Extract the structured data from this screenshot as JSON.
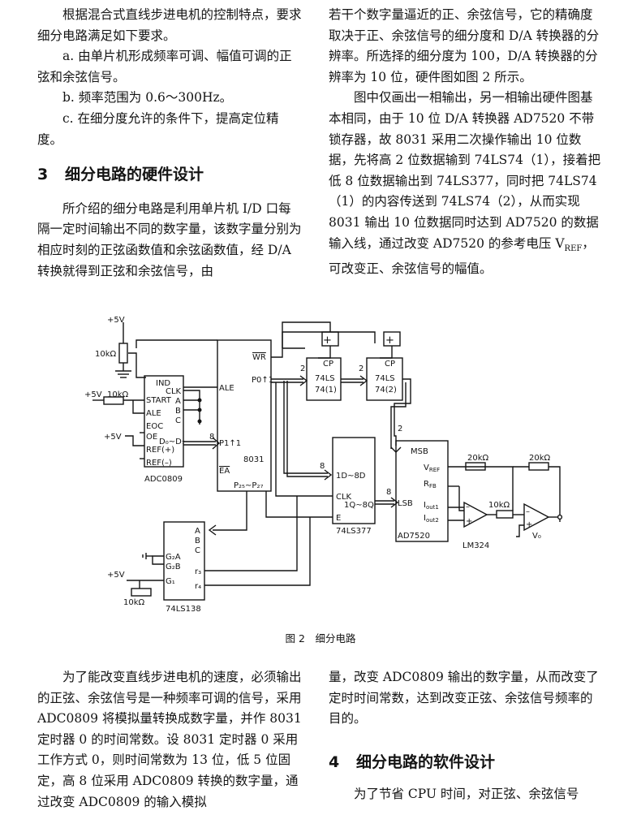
{
  "left_top": {
    "p1": "根据混合式直线步进电机的控制特点，要求细分电路满足如下要求。",
    "a": "a. 由单片机形成频率可调、幅值可调的正弦和余弦信号。",
    "b": "b. 频率范围为 0.6～300Hz。",
    "c": "c. 在细分度允许的条件下，提高定位精度。",
    "heading_num": "3",
    "heading_text": "细分电路的硬件设计",
    "p2": "所介绍的细分电路是利用单片机 I/D 口每隔一定时间输出不同的数字量，该数字量分别为相应时刻的正弦函数值和余弦函数值，经 D/A 转换就得到正弦和余弦信号，由"
  },
  "right_top": {
    "p1": "若干个数字量逼近的正、余弦信号，它的精确度取决于正、余弦信号的细分度和 D/A 转换器的分辨率。所选择的细分度为 100，D/A 转换器的分辨率为 10 位，硬件图如图 2 所示。",
    "p2": "图中仅画出一相输出，另一相输出硬件图基本相同，由于 10 位 D/A 转换器 AD7520 不带锁存器，故 8031 采用二次操作输出 10 位数据，先将高 2 位数据输到 74LS74（1），接着把低 8 位数据输出到 74LS377，同时把 74LS74（1）的内容传送到 74LS74（2），从而实现 8031 输出 10 位数据同时达到 AD7520 的数据输入线，通过改变 AD7520 的参考电压 V",
    "p2_sub": "REF",
    "p2_tail": "，可改变正、余弦信号的幅值。"
  },
  "figure": {
    "caption": "图 2　细分电路",
    "labels": {
      "plus5v": "+5V",
      "r10k": "10kΩ",
      "r20k": "20kΩ",
      "ind": "IND",
      "start": "START",
      "ale": "ALE",
      "eoc": "EOC",
      "oe": "OE",
      "d0d7": "D₀~D₇",
      "ref_plus": "REF(+)",
      "ref_minus": "REF(–)",
      "clk": "CLK",
      "a": "A",
      "b": "B",
      "c": "C",
      "adc": "ADC0809",
      "wr": "WR",
      "p01": "P0↑1",
      "p11": "P1↑1",
      "mcu": "8031",
      "ea": "EA",
      "p25p27": "P₂₅~P₂₇",
      "cp": "CP",
      "ls74_1a": "74LS",
      "ls74_1b": "74(1)",
      "ls74_2b": "74(2)",
      "d1d8": "1D~8D",
      "q1q8": "1Q~8Q",
      "e": "E",
      "ls377": "74LS377",
      "msb": "MSB",
      "lsb": "LSB",
      "vref": "V",
      "vref_sub": "REF",
      "rfb": "R",
      "rfb_sub": "FB",
      "iout1": "I",
      "iout1_sub": "out1",
      "iout2_sub": "out2",
      "ad7520": "AD7520",
      "lm324": "LM324",
      "v0": "V₀",
      "g2a": "G₂A",
      "g2b": "G₂B",
      "g1": "G₁",
      "r3": "r₃",
      "r4": "r₄",
      "ls138": "74LS138",
      "bus2": "2",
      "bus8": "8",
      "plus": "+",
      "minus": "–"
    }
  },
  "left_bottom": {
    "p1": "为了能改变直线步进电机的速度，必须输出的正弦、余弦信号是一种频率可调的信号，采用 ADC0809 将模拟量转换成数字量，并作 8031 定时器 0 的时间常数。设 8031 定时器 0 采用工作方式 0，则时间常数为 13 位，低 5 位固定，高 8 位采用 ADC0809 转换的数字量，通过改变 ADC0809 的输入模拟"
  },
  "right_bottom": {
    "p1": "量，改变 ADC0809 输出的数字量，从而改变了定时时间常数，达到改变正弦、余弦信号频率的目的。",
    "heading_num": "4",
    "heading_text": "细分电路的软件设计",
    "p2": "为了节省 CPU 时间，对正弦、余弦信号"
  }
}
